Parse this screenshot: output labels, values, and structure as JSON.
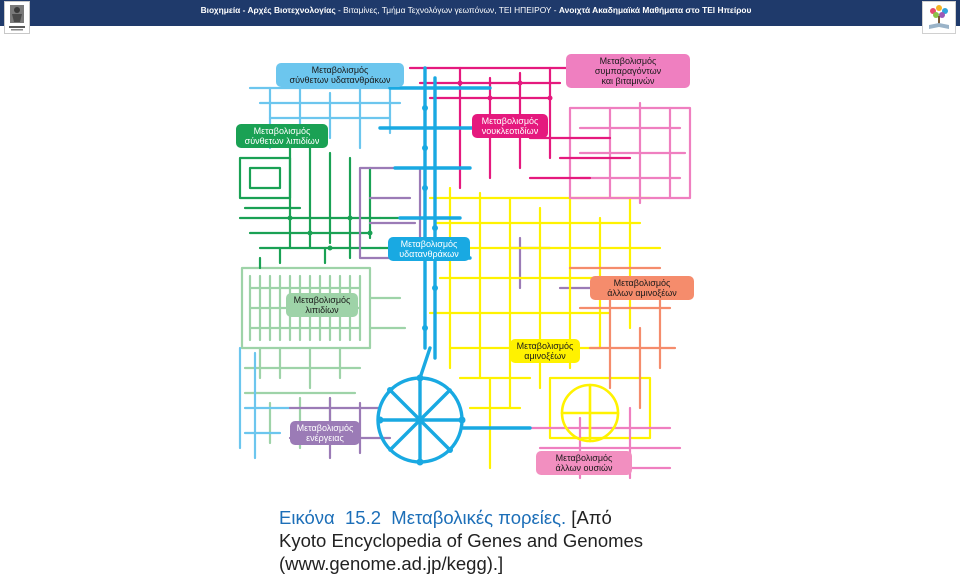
{
  "header": {
    "title_bold_1": "Βιοχημεία - Αρχές Βιοτεχνολογίας",
    "title_mid": " - Βιταμίνες, Τμήμα Τεχνολόγων γεωπόνων, ΤΕΙ ΗΠΕΙΡΟΥ - ",
    "title_bold_2": "Ανοιχτά Ακαδημαϊκά Μαθήματα στο ΤΕΙ Ηπείρου"
  },
  "colors": {
    "header_bg": "#1f3a6b",
    "carbohydrate": "#19a9e2",
    "complex_carb": "#6cc6ee",
    "cofactor": "#ef7fc0",
    "nucleotide": "#e5197e",
    "complex_lipid": "#1aa154",
    "lipid": "#9ed3a8",
    "amino_acid": "#fff200",
    "other_amino": "#f58c6c",
    "energy": "#9b7bb6",
    "other_substances": "#f28fc0"
  },
  "map_labels": [
    {
      "id": "complex-carb",
      "line1": "Μεταβολισμός",
      "line2": "σύνθετων υδατανθράκων"
    },
    {
      "id": "cofactors",
      "line1": "Μεταβολισμός",
      "line2": "συμπαραγόντων",
      "line3": "και βιταμινών"
    },
    {
      "id": "complex-lipid",
      "line1": "Μεταβολισμός",
      "line2": "σύνθετων λιπιδίων"
    },
    {
      "id": "nucleotide",
      "line1": "Μεταβολισμός",
      "line2": "νουκλεοτιδίων"
    },
    {
      "id": "carbohydrate",
      "line1": "Μεταβολισμός",
      "line2": "υδατανθράκων"
    },
    {
      "id": "lipid",
      "line1": "Μεταβολισμός",
      "line2": "λιπιδίων"
    },
    {
      "id": "other-amino",
      "line1": "Μεταβολισμός",
      "line2": "άλλων αμινοξέων"
    },
    {
      "id": "amino-acid",
      "line1": "Μεταβολισμός",
      "line2": "αμινοξέων"
    },
    {
      "id": "energy",
      "line1": "Μεταβολισμός",
      "line2": "ενέργειας"
    },
    {
      "id": "other-substances",
      "line1": "Μεταβολισμός",
      "line2": "άλλων ουσιών"
    }
  ],
  "caption": {
    "lead": "Εικόνα",
    "number": "15.2",
    "heading": "Μεταβολικές πορείες.",
    "line1_rest": " [Από",
    "line2": "Kyoto Encyclopedia of Genes and Genomes",
    "line3": "(www.genome.ad.jp/kegg).]"
  }
}
